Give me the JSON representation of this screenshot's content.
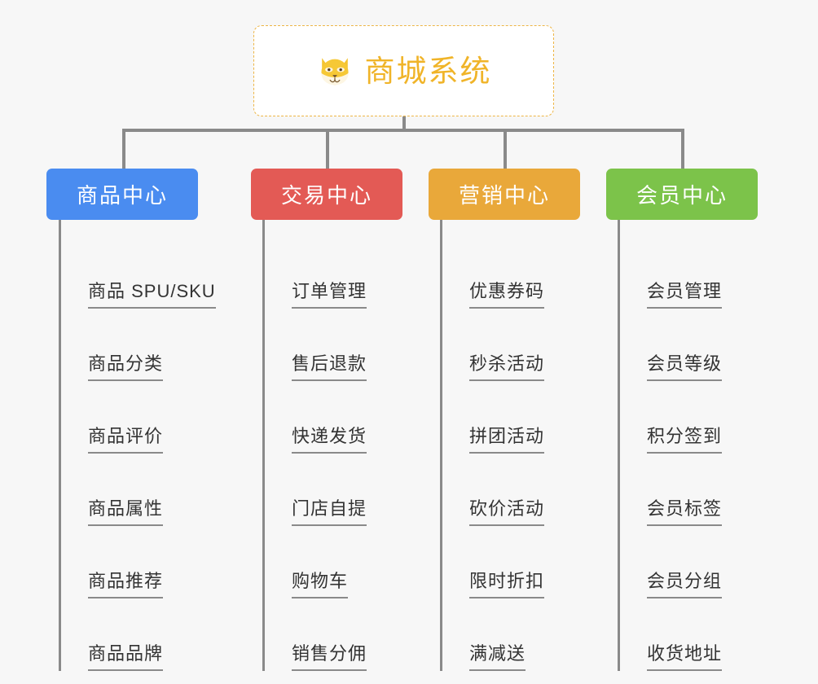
{
  "diagram": {
    "type": "org-chart",
    "background_color": "#f7f7f7",
    "connector_color": "#8a8a8a",
    "root": {
      "title": "商城系统",
      "icon": "shiba-dog-icon",
      "text_color": "#f0b429",
      "border_color": "#edb545",
      "border_style": "dashed",
      "background_color": "#ffffff"
    },
    "categories": [
      {
        "label": "商品中心",
        "color": "#4a8cf0",
        "items": [
          "商品 SPU/SKU",
          "商品分类",
          "商品评价",
          "商品属性",
          "商品推荐",
          "商品品牌"
        ]
      },
      {
        "label": "交易中心",
        "color": "#e35a55",
        "items": [
          "订单管理",
          "售后退款",
          "快递发货",
          "门店自提",
          "购物车",
          "销售分佣"
        ]
      },
      {
        "label": "营销中心",
        "color": "#e9a83a",
        "items": [
          "优惠券码",
          "秒杀活动",
          "拼团活动",
          "砍价活动",
          "限时折扣",
          "满减送"
        ]
      },
      {
        "label": "会员中心",
        "color": "#7cc34a",
        "items": [
          "会员管理",
          "会员等级",
          "积分签到",
          "会员标签",
          "会员分组",
          "收货地址"
        ]
      }
    ]
  }
}
